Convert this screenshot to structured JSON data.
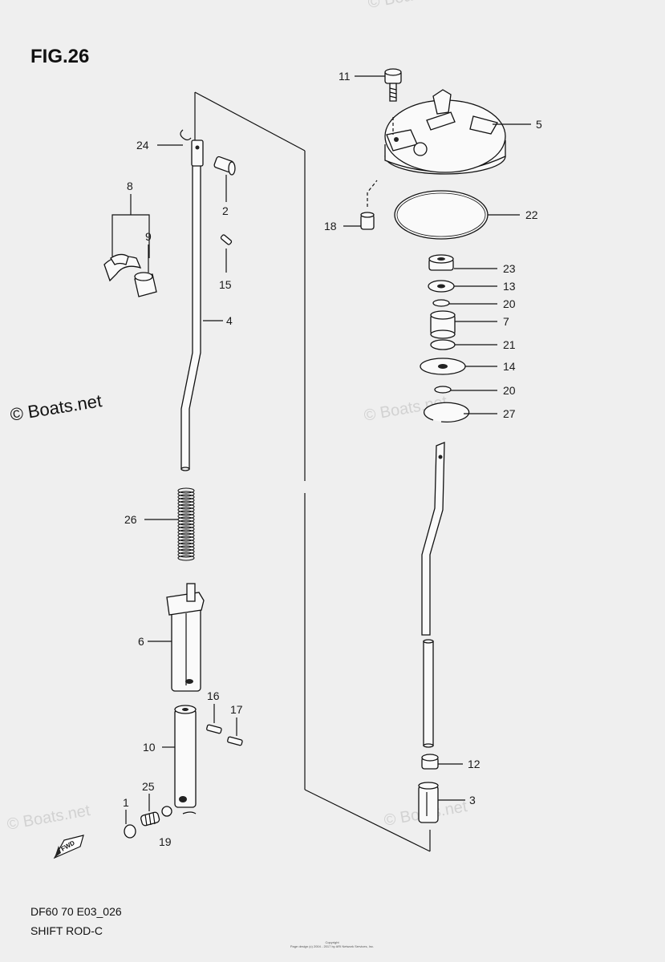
{
  "figure": {
    "title": "FIG.26"
  },
  "footer": {
    "code": "DF60 70 E03_026",
    "name": "SHIFT ROD-C",
    "copyright_line1": "Copyright",
    "copyright_line2": "Page design (c) 2004 - 2017 by ARI Network Services, Inc."
  },
  "watermark": {
    "main": "© Boats.net",
    "faint": "© Boats.net"
  },
  "fwd_label": "FWD",
  "callouts": {
    "c1": "1",
    "c2": "2",
    "c3": "3",
    "c4": "4",
    "c5": "5",
    "c6": "6",
    "c7": "7",
    "c8": "8",
    "c9": "9",
    "c10": "10",
    "c11": "11",
    "c12": "12",
    "c13": "13",
    "c14": "14",
    "c15": "15",
    "c16": "16",
    "c17": "17",
    "c18": "18",
    "c19": "19",
    "c20a": "20",
    "c20b": "20",
    "c21": "21",
    "c22": "22",
    "c23": "23",
    "c24": "24",
    "c25": "25",
    "c26": "26",
    "c27": "27"
  }
}
